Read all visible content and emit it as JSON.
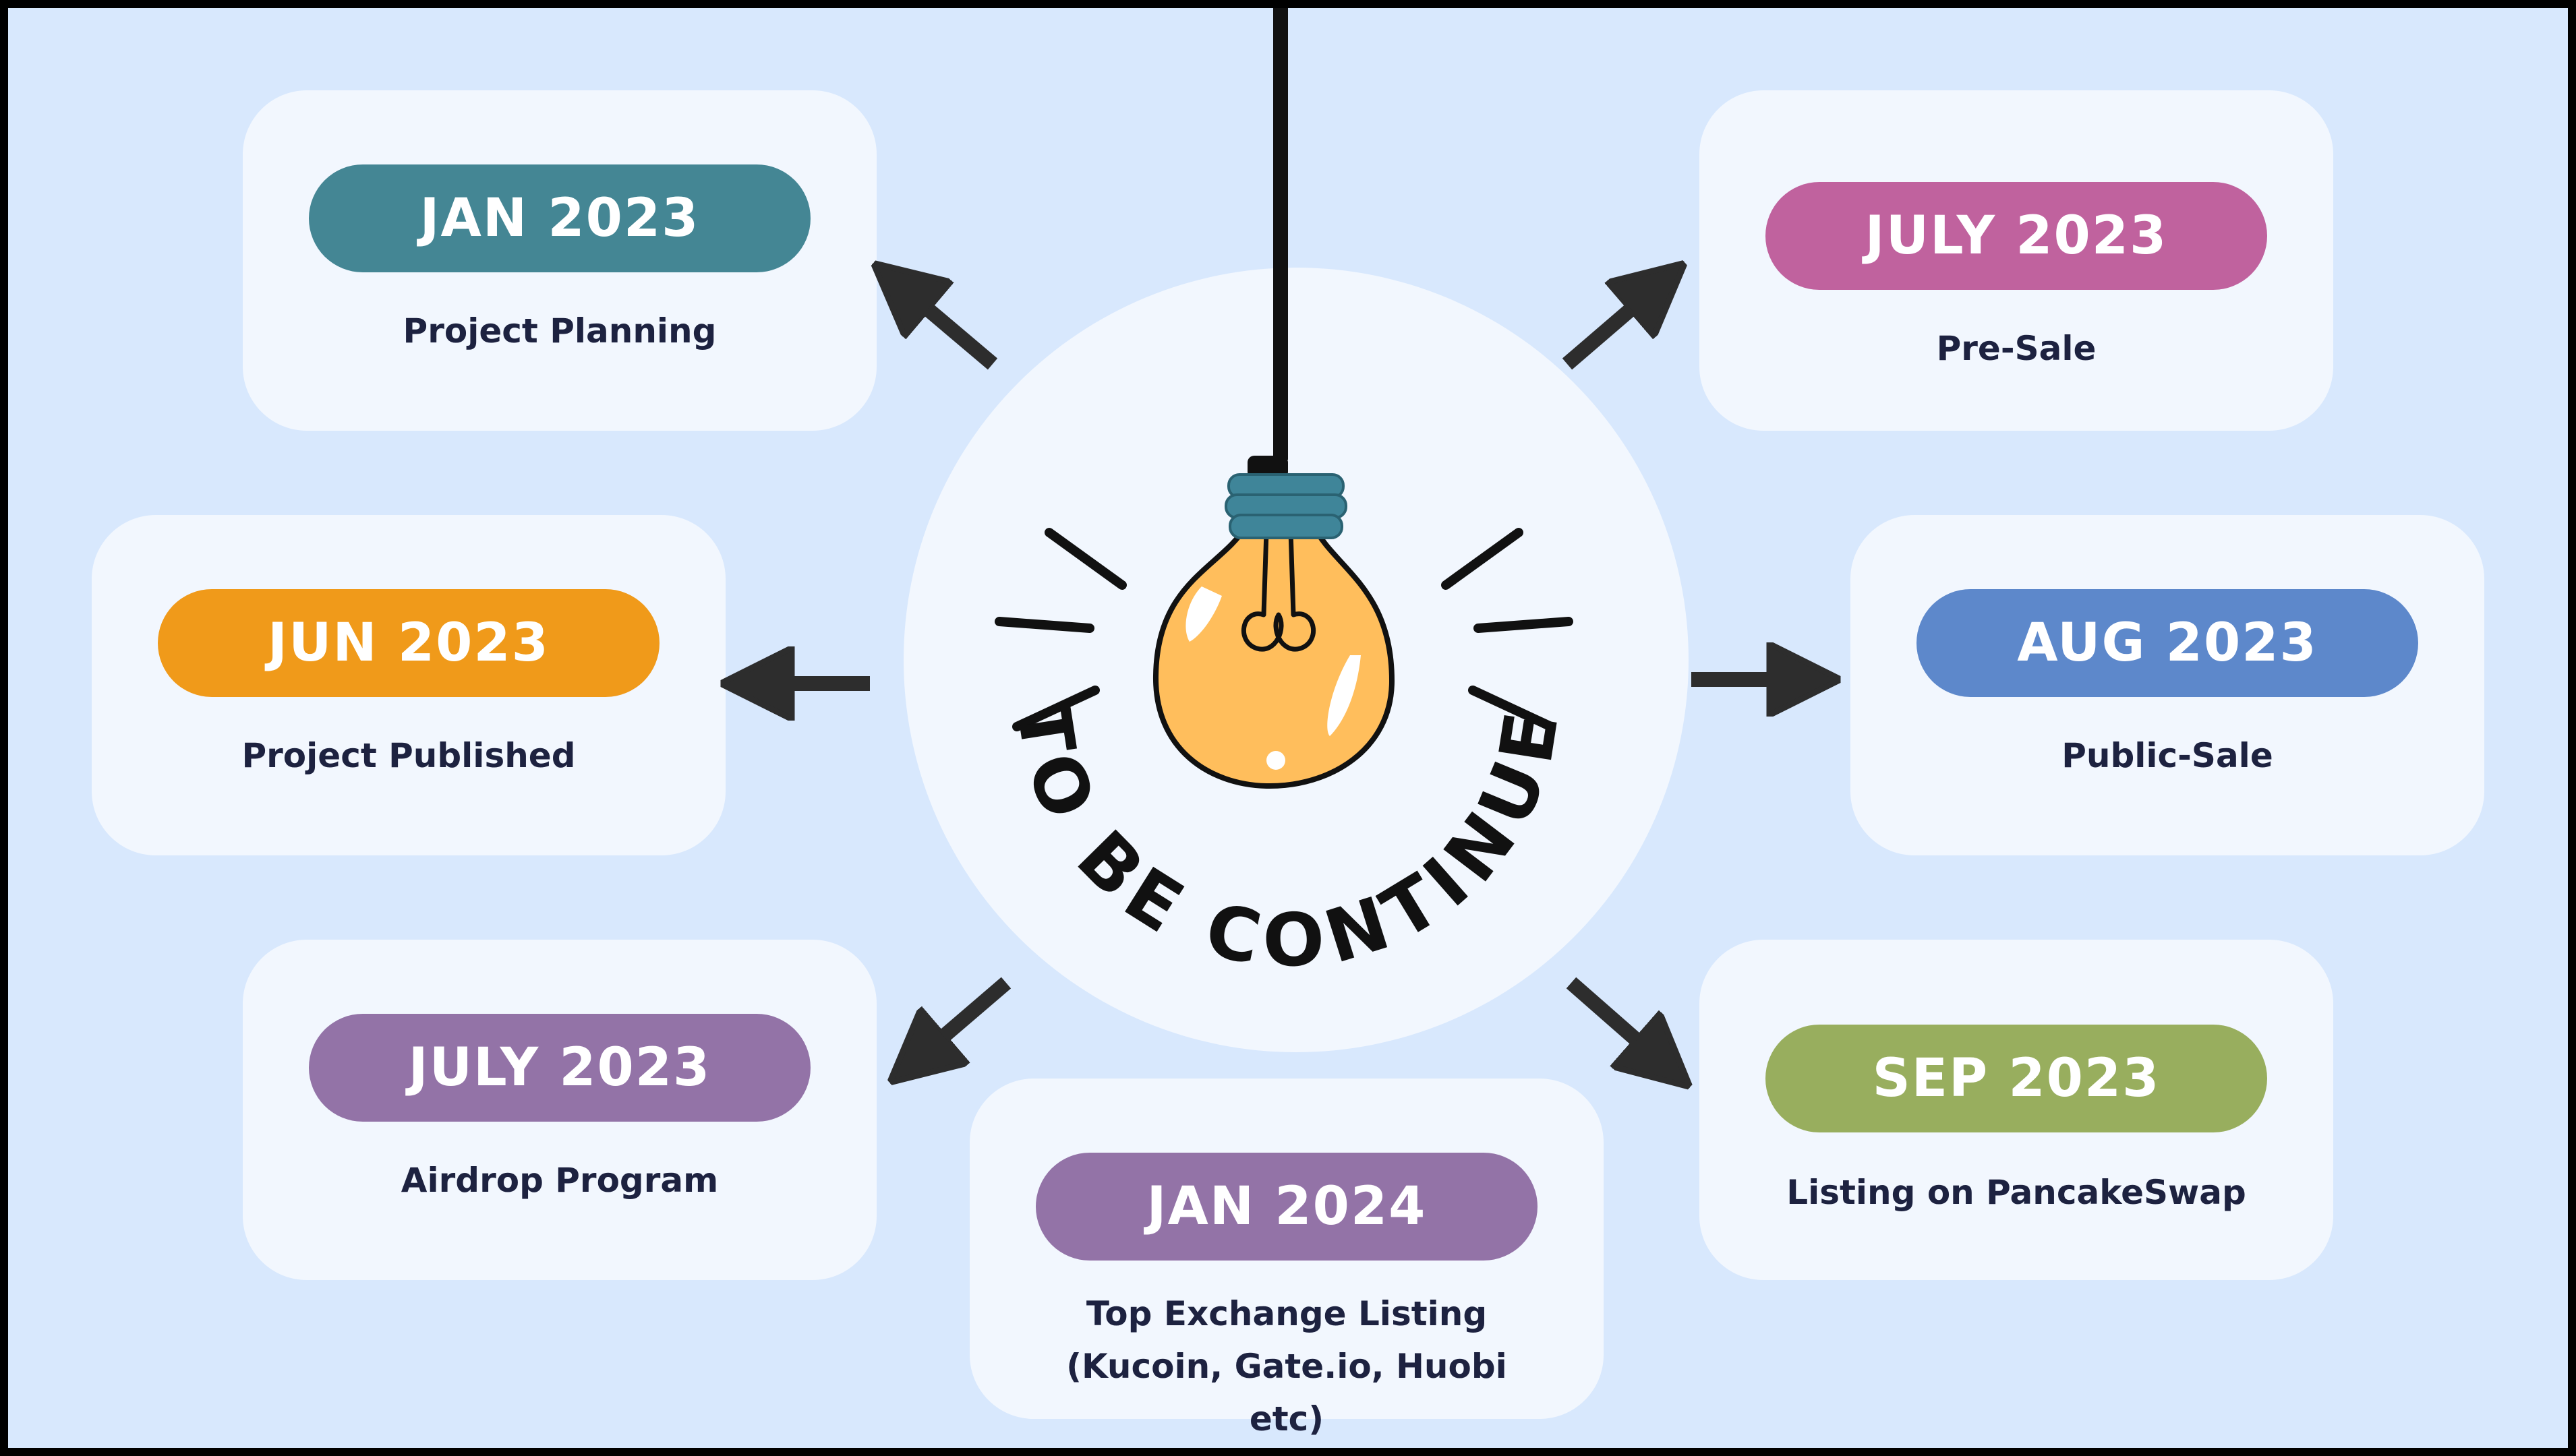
{
  "milestones": [
    {
      "date": "JAN 2023",
      "text": "Project Planning",
      "color": "#448694"
    },
    {
      "date": "JULY 2023",
      "text": "Pre-Sale",
      "color": "#c0629e"
    },
    {
      "date": "JUN 2023",
      "text": "Project Published",
      "color": "#f09a1a"
    },
    {
      "date": "AUG 2023",
      "text": "Public-Sale",
      "color": "#5d88cb"
    },
    {
      "date": "JULY 2023",
      "text": "Airdrop Program",
      "color": "#9373a7"
    },
    {
      "date": "JAN 2024",
      "text": "Top Exchange Listing (Kucoin, Gate.io, Huobi etc)",
      "color": "#9373a7"
    },
    {
      "date": "SEP 2023",
      "text": "Listing on PancakeSwap",
      "color": "#98ae5e"
    }
  ],
  "center": {
    "caption": "TO BE CONTINUE",
    "bulb_color": "#ffbe5c",
    "socket_color": "#3f8599"
  },
  "icons": [
    "lightbulb-icon",
    "arrow-icon"
  ]
}
